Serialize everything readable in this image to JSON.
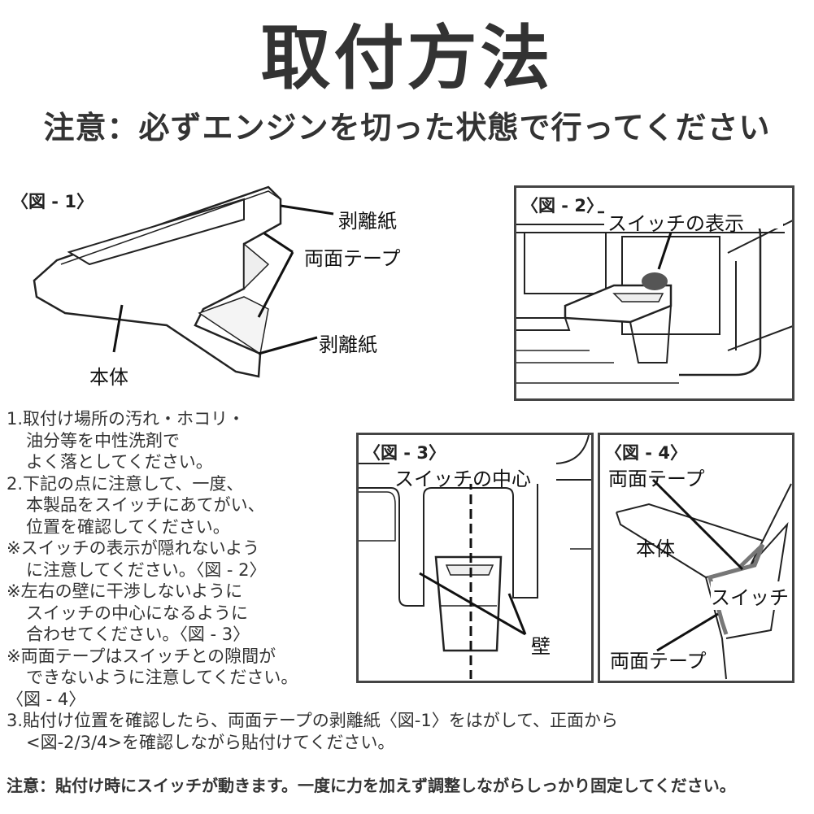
{
  "title": "取付方法",
  "subtitle": "注意：必ずエンジンを切った状態で行ってください",
  "fig1": {
    "label": "〈図 - 1〉",
    "release_paper_top": "剥離紙",
    "double_tape": "両面テープ",
    "release_paper_bottom": "剥離紙",
    "body": "本体"
  },
  "fig2": {
    "label": "〈図 - 2〉",
    "switch_indicator": "スイッチの表示"
  },
  "fig3": {
    "label": "〈図 - 3〉",
    "switch_center": "スイッチの中心",
    "wall": "壁"
  },
  "fig4": {
    "label": "〈図 - 4〉",
    "double_tape_top": "両面テープ",
    "body": "本体",
    "switch": "スイッチ",
    "double_tape_bottom": "両面テープ"
  },
  "instructions": [
    "1.取付け場所の汚れ・ホコリ・",
    "油分等を中性洗剤で",
    "よく落としてください。",
    "2.下記の点に注意して、一度、",
    "本製品をスイッチにあてがい、",
    "位置を確認してください。",
    "※スイッチの表示が隠れないよう",
    "に注意してください。〈図 - 2〉",
    "※左右の壁に干渉しないように",
    "スイッチの中心になるように",
    "合わせてください。〈図 - 3〉",
    "※両面テープはスイッチとの隙間が",
    "できないように注意してください。",
    "〈図 - 4〉"
  ],
  "step3": [
    "3.貼付け位置を確認したら、両面テープの剥離紙〈図-1〉をはがして、正面から",
    "<図-2/3/4>を確認しながら貼付けてください。"
  ],
  "bottom_note": "注意：貼付け時にスイッチが動きます。一度に力を加えず調整しながらしっかり固定してください。"
}
